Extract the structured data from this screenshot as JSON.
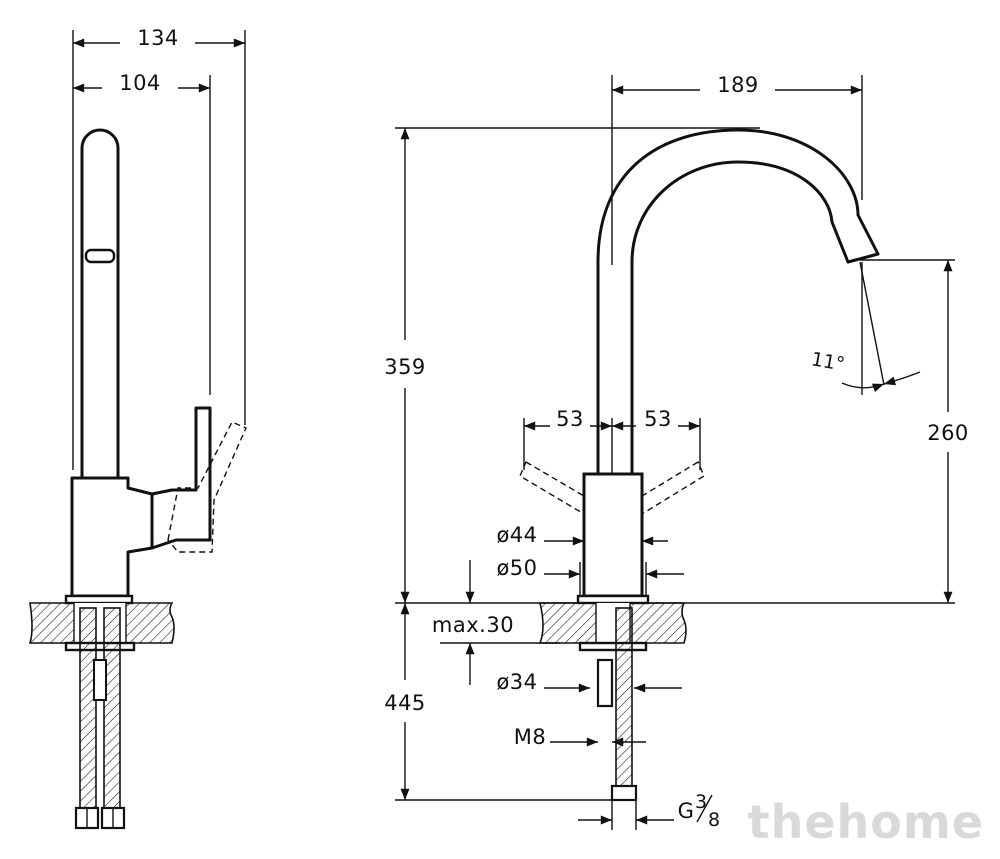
{
  "side_view": {
    "dims": {
      "overall_depth": "134",
      "spout_depth": "104"
    }
  },
  "front_view": {
    "dims": {
      "spout_reach": "189",
      "total_height": "359",
      "outlet_height": "260",
      "outlet_angle": "11°",
      "handle_left": "53",
      "handle_right": "53",
      "body_diameter_top": "ø44",
      "body_diameter_base": "ø50",
      "max_deck_thickness": "max.30",
      "hole_diameter": "ø34",
      "hose_length": "445",
      "stud_thread": "M8",
      "connection_main": "G",
      "connection_num": "3",
      "connection_den": "8"
    }
  },
  "watermark": "thehome",
  "colors": {
    "line": "#111111",
    "watermark": "#d9d9d9"
  }
}
